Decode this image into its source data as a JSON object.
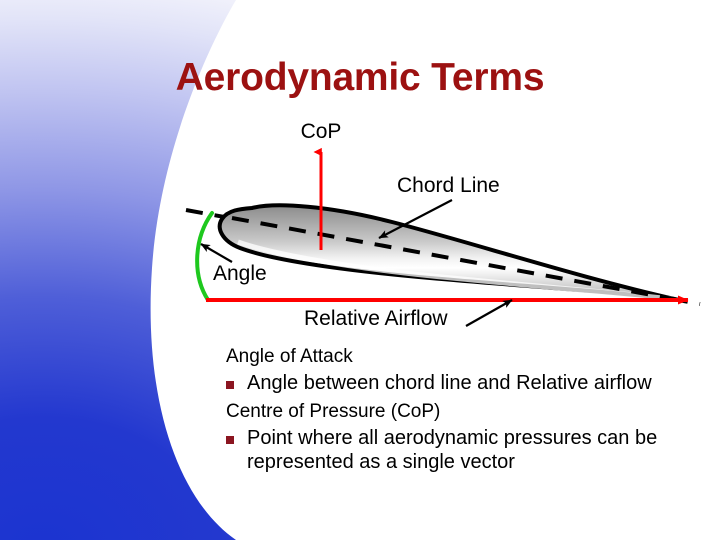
{
  "slide": {
    "title": "Aerodynamic Terms",
    "title_color": "#9c1111",
    "background_color": "#ffffff"
  },
  "decor": {
    "name": "blue-corner-gradient",
    "color_start": "#ffffff",
    "color_end": "#1b34d0"
  },
  "diagram": {
    "name": "airfoil-angle-of-attack-diagram",
    "labels": {
      "cop": "CoP",
      "chord_line": "Chord Line",
      "angle": "Angle",
      "relative_airflow": "Relative Airflow"
    },
    "colors": {
      "cop_arrow": "#ff0000",
      "relative_airflow": "#ff0000",
      "angle_arc": "#1ec81e",
      "chord_line": "#000000",
      "airfoil_outline": "#000000",
      "airfoil_fill_light": "#ffffff",
      "airfoil_fill_dark": "#8e8e8e"
    }
  },
  "content": {
    "sections": [
      {
        "heading": "Angle of Attack",
        "bullets": [
          "Angle between chord line and Relative airflow"
        ]
      },
      {
        "heading": "Centre of Pressure (CoP)",
        "bullets": [
          "Point where all aerodynamic pressures can be represented as a single vector"
        ]
      }
    ],
    "bullet_color": "#8b1520"
  }
}
